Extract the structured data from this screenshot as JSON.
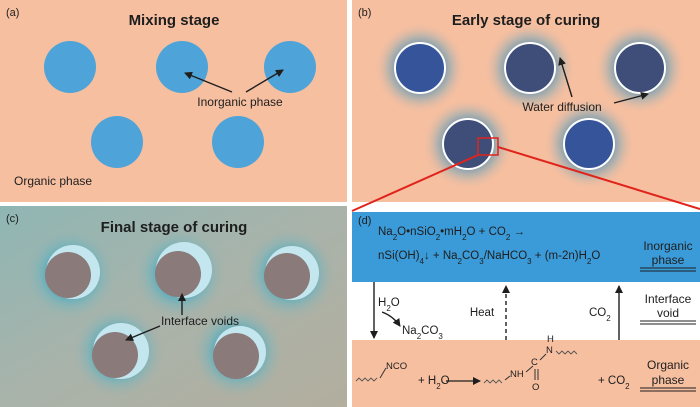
{
  "panels": {
    "a": {
      "label": "(a)",
      "title": "Mixing stage",
      "annotation": "Inorganic phase",
      "bottom_label": "Organic phase"
    },
    "b": {
      "label": "(b)",
      "title": "Early stage of curing",
      "annotation": "Water diffusion"
    },
    "c": {
      "label": "(c)",
      "title": "Final stage of curing",
      "annotation": "Interface voids"
    },
    "d": {
      "label": "(d)",
      "reaction1": {
        "line1": [
          {
            "t": "Na"
          },
          {
            "t": "2",
            "sub": true
          },
          {
            "t": "O•nSiO"
          },
          {
            "t": "2",
            "sub": true
          },
          {
            "t": "•mH"
          },
          {
            "t": "2",
            "sub": true
          },
          {
            "t": "O + CO"
          },
          {
            "t": "2",
            "sub": true
          },
          {
            "t": " →"
          }
        ],
        "line2": [
          {
            "t": "nSi(OH)"
          },
          {
            "t": "4",
            "sub": true
          },
          {
            "t": "↓ + Na"
          },
          {
            "t": "2",
            "sub": true
          },
          {
            "t": "CO"
          },
          {
            "t": "3",
            "sub": true
          },
          {
            "t": "/NaHCO"
          },
          {
            "t": "3",
            "sub": true
          },
          {
            "t": " + (m-2n)H"
          },
          {
            "t": "2",
            "sub": true
          },
          {
            "t": "O"
          }
        ]
      },
      "zone_labels": {
        "inorganic": [
          "Inorganic",
          "phase"
        ],
        "interface": [
          "Interface",
          "void"
        ],
        "organic": [
          "Organic",
          "phase"
        ]
      },
      "arrows": {
        "h2o": [
          {
            "t": "H"
          },
          {
            "t": "2",
            "sub": true
          },
          {
            "t": "O"
          }
        ],
        "na2co3": [
          {
            "t": "Na"
          },
          {
            "t": "2",
            "sub": true
          },
          {
            "t": "CO"
          },
          {
            "t": "3",
            "sub": true
          }
        ],
        "heat": "Heat",
        "co2": [
          {
            "t": "CO"
          },
          {
            "t": "2",
            "sub": true
          }
        ]
      },
      "reaction2": {
        "nco": "NCO",
        "plus_h2o": [
          {
            "t": "+ H"
          },
          {
            "t": "2",
            "sub": true
          },
          {
            "t": "O"
          }
        ],
        "nh": "NH",
        "hn": "HN",
        "h": "H",
        "n": "N",
        "c": "C",
        "o": "O",
        "plus_co2": [
          {
            "t": "+  CO"
          },
          {
            "t": "2",
            "sub": true
          }
        ]
      }
    }
  },
  "colors": {
    "organic": "#f6bfa0",
    "inorganic_light": "#4ea3d8",
    "inorganic_dark": "#3c4f80",
    "cured_gray": "#8a7a7a",
    "panel_c_bg": "#9fb2ac",
    "halo": "#5aa8b8",
    "inorganic_band": "#3b9ad8",
    "callout_red": "#e0241c"
  }
}
